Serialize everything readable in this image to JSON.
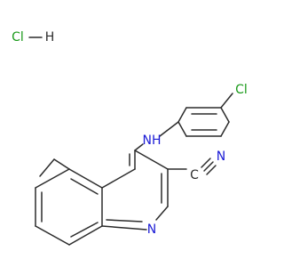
{
  "diagram": {
    "type": "chemical-structure",
    "salt": {
      "left": "Cl",
      "right": "H"
    },
    "atoms": {
      "chlorine": "Cl",
      "amine_nh": "NH",
      "nitrile_n": "N",
      "nitrile_c": "C",
      "ring_n": "N"
    },
    "colors": {
      "bond": "#2b2b2b",
      "chlorine": "#1a9a1a",
      "nitrogen": "#1b1bd6",
      "carbon": "#2b2b2b"
    }
  }
}
